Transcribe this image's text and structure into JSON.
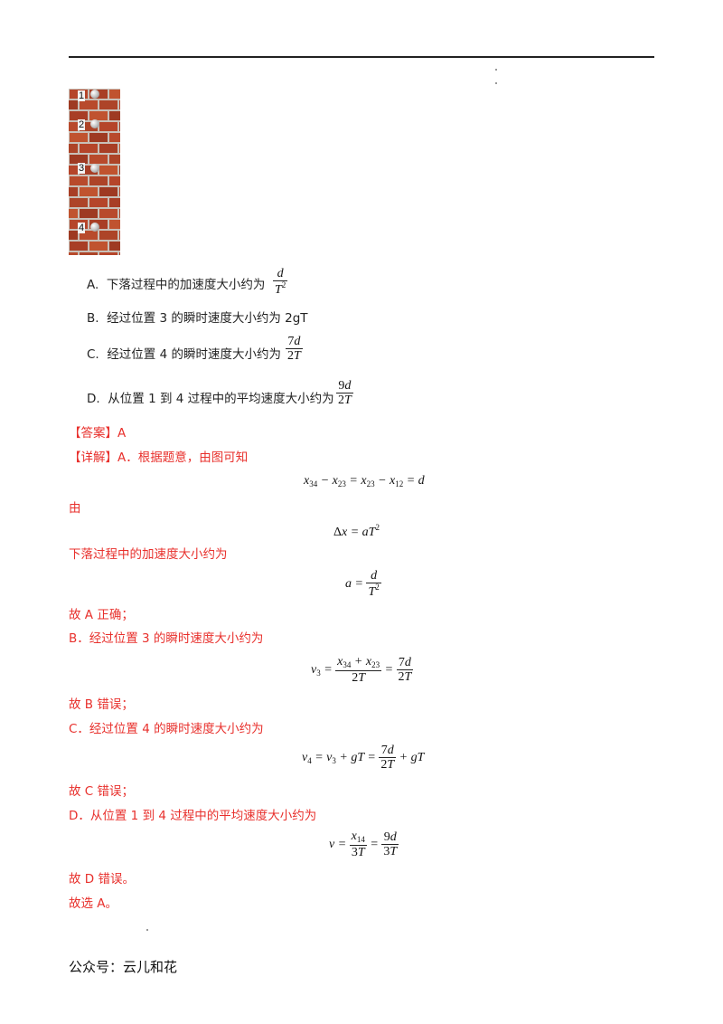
{
  "figure": {
    "positions": [
      "1",
      "2",
      "3",
      "4"
    ]
  },
  "options": [
    {
      "label": "A.",
      "text": "下落过程中的加速度大小约为"
    },
    {
      "label": "B.",
      "text": "经过位置 3 的瞬时速度大小约为 2gT"
    },
    {
      "label": "C.",
      "text": "经过位置 4 的瞬时速度大小约为"
    },
    {
      "label": "D.",
      "text": "从位置 1 到 4 过程中的平均速度大小约为"
    }
  ],
  "answer": "【答案】A",
  "explanation": {
    "intro": "【详解】A．根据题意，由图可知",
    "you": "由",
    "accel_text": "下落过程中的加速度大小约为",
    "a_correct": "故 A 正确；",
    "b_text": "B．经过位置 3 的瞬时速度大小约为",
    "b_wrong": "故 B 错误；",
    "c_text": "C．经过位置 4 的瞬时速度大小约为",
    "c_wrong": "故 C 错误；",
    "d_text": "D．从位置 1 到 4 过程中的平均速度大小约为",
    "d_wrong": "故 D 错误。",
    "choose": "故选 A。"
  },
  "footer": "公众号：云儿和花"
}
